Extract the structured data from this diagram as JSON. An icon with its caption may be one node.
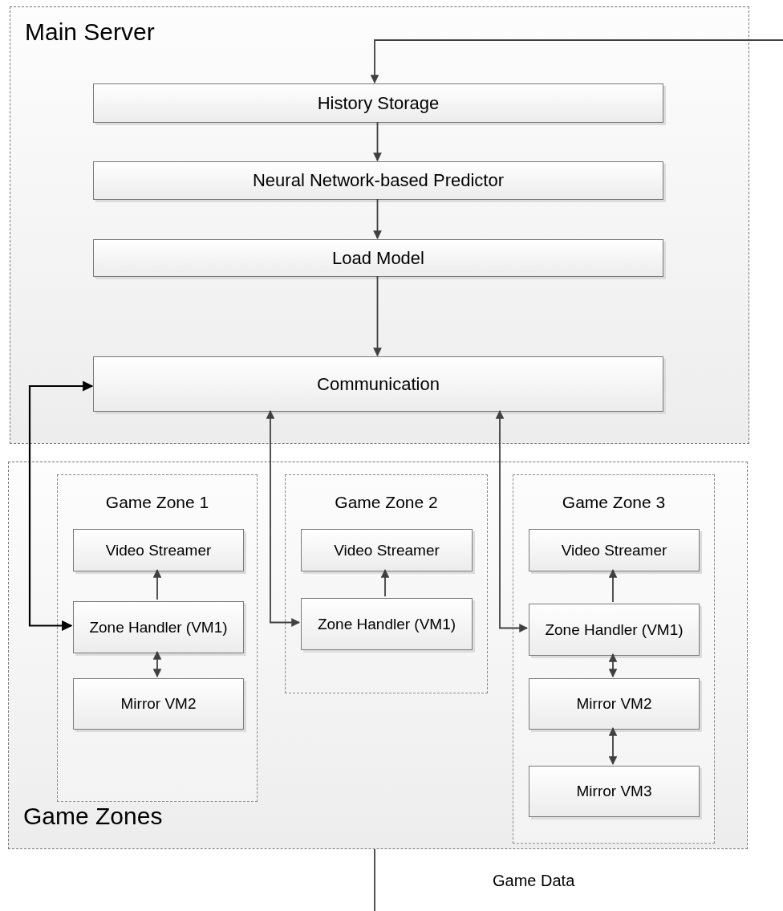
{
  "diagram": {
    "nodes": [
      {
        "text": [
          "Main Server"
        ]
      },
      {
        "text": [
          "History Storage"
        ],
        "in": 0
      },
      {
        "text": [
          "Neural Network-based Predictor"
        ],
        "in": 0
      },
      {
        "text": [
          "Load Model"
        ],
        "in": 0
      },
      {
        "text": [
          "Communication"
        ],
        "in": 0
      },
      {
        "text": [
          "Game Zones"
        ]
      },
      {
        "text": [
          "Game Zone 1"
        ],
        "in": 5
      },
      {
        "text": [
          "Video Streamer"
        ],
        "in": 6
      },
      {
        "text": [
          "Zone Handler (VM1)"
        ],
        "in": 6
      },
      {
        "text": [
          "Mirror VM2"
        ],
        "in": 6
      },
      {
        "text": [
          "Game Zone 2"
        ],
        "in": 5
      },
      {
        "text": [
          "Video Streamer"
        ],
        "in": 10
      },
      {
        "text": [
          "Zone Handler (VM1)"
        ],
        "in": 10
      },
      {
        "text": [
          "Game Zone 3"
        ],
        "in": 5
      },
      {
        "text": [
          "Video Streamer"
        ],
        "in": 13
      },
      {
        "text": [
          "Zone Handler (VM1)"
        ],
        "in": 13
      },
      {
        "text": [
          "Mirror VM2"
        ],
        "in": 13
      },
      {
        "text": [
          "Mirror VM3"
        ],
        "in": 13
      }
    ],
    "edges": [
      {
        "from": null,
        "to": 1,
        "arrow": "to"
      },
      {
        "from": 1,
        "to": 2,
        "arrow": "to"
      },
      {
        "from": 2,
        "to": 3,
        "arrow": "to"
      },
      {
        "from": 3,
        "to": 4,
        "arrow": "to"
      },
      {
        "from": 4,
        "to": 8,
        "arrow": "both",
        "color": "#000000"
      },
      {
        "from": 4,
        "to": 12,
        "arrow": "both"
      },
      {
        "from": 4,
        "to": 15,
        "arrow": "both"
      },
      {
        "from": 8,
        "to": 7,
        "arrow": "to"
      },
      {
        "from": 12,
        "to": 11,
        "arrow": "to"
      },
      {
        "from": 15,
        "to": 14,
        "arrow": "to"
      },
      {
        "from": 8,
        "to": 9,
        "arrow": "both"
      },
      {
        "from": 15,
        "to": 16,
        "arrow": "both"
      },
      {
        "from": 16,
        "to": 17,
        "arrow": "both"
      },
      {
        "from": 5,
        "to": null,
        "arrow": "none"
      }
    ],
    "labels": [
      "Game Data"
    ]
  }
}
